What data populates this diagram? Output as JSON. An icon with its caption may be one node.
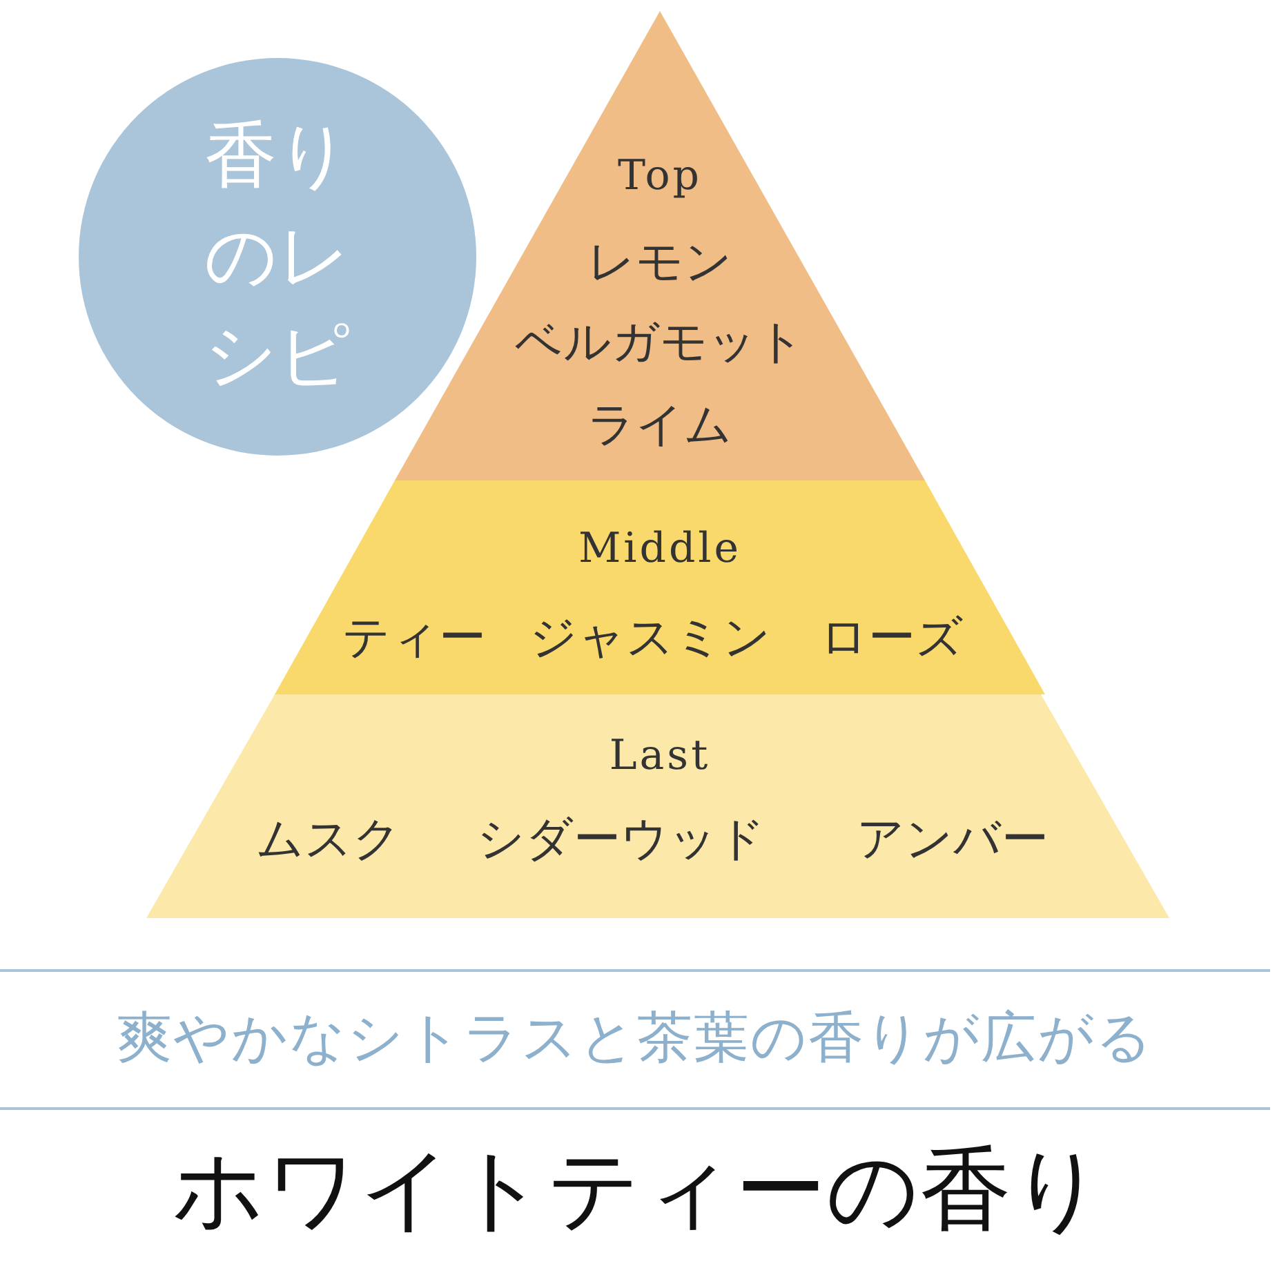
{
  "diagram": {
    "title": "ホワイトティーの香り",
    "nodes": [
      {
        "text": [
          "香りのレシピ"
        ]
      },
      {
        "text": [
          "Top",
          "レモン",
          "ベルガモット",
          "ライム"
        ]
      },
      {
        "text": [
          "Middle",
          "ティー",
          "ジャスミン",
          "ローズ"
        ]
      },
      {
        "text": [
          "Last",
          "ムスク",
          "シダーウッド",
          "アンバー"
        ]
      }
    ],
    "labels": [
      "爽やかなシトラスと茶葉の香りが広がる"
    ]
  }
}
